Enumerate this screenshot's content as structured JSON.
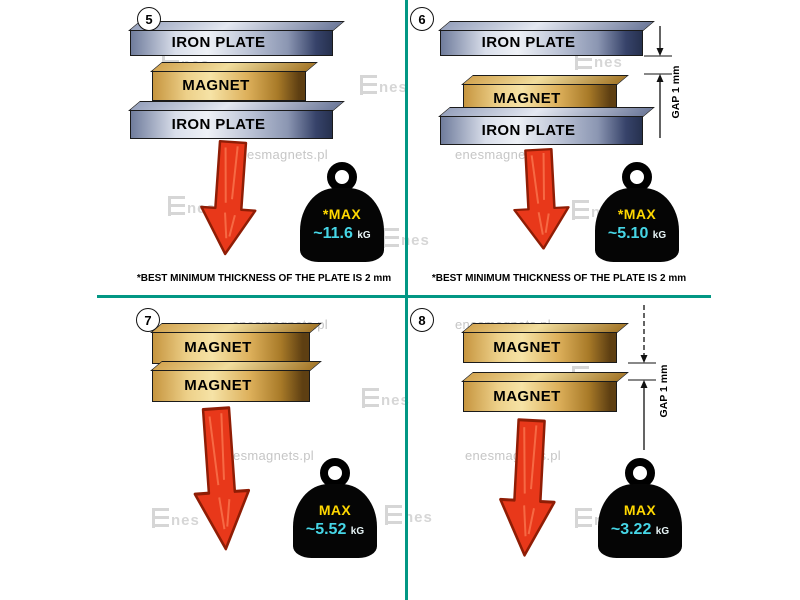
{
  "colors": {
    "divider_teal": "#029784",
    "arrow_red": "#e8381a",
    "arrow_outline": "#8f1d05",
    "weight_black": "#050505",
    "max_yellow": "#ffd800",
    "value_cyan": "#46d6e6",
    "iron_plate_steel": "#b9c1d4",
    "magnet_gold": "#ddb05b"
  },
  "watermark": {
    "site": "enesmagnets.pl",
    "brand": "nes"
  },
  "note": {
    "prefix": "*BEST MINIMUM THICKNESS OF THE PLATE IS",
    "bold": "2 mm"
  },
  "panels": {
    "p5": {
      "number": "5",
      "blocks": [
        "IRON PLATE",
        "MAGNET",
        "IRON PLATE"
      ],
      "weight": {
        "label": "*MAX",
        "value": "~11.6",
        "unit": "kG"
      }
    },
    "p6": {
      "number": "6",
      "blocks": [
        "IRON PLATE",
        "MAGNET",
        "IRON PLATE"
      ],
      "gap_label": "GAP 1 mm",
      "weight": {
        "label": "*MAX",
        "value": "~5.10",
        "unit": "kG"
      }
    },
    "p7": {
      "number": "7",
      "blocks": [
        "MAGNET",
        "MAGNET"
      ],
      "weight": {
        "label": "MAX",
        "value": "~5.52",
        "unit": "kG"
      }
    },
    "p8": {
      "number": "8",
      "blocks": [
        "MAGNET",
        "MAGNET"
      ],
      "gap_label": "GAP 1 mm",
      "weight": {
        "label": "MAX",
        "value": "~3.22",
        "unit": "kG"
      }
    }
  }
}
